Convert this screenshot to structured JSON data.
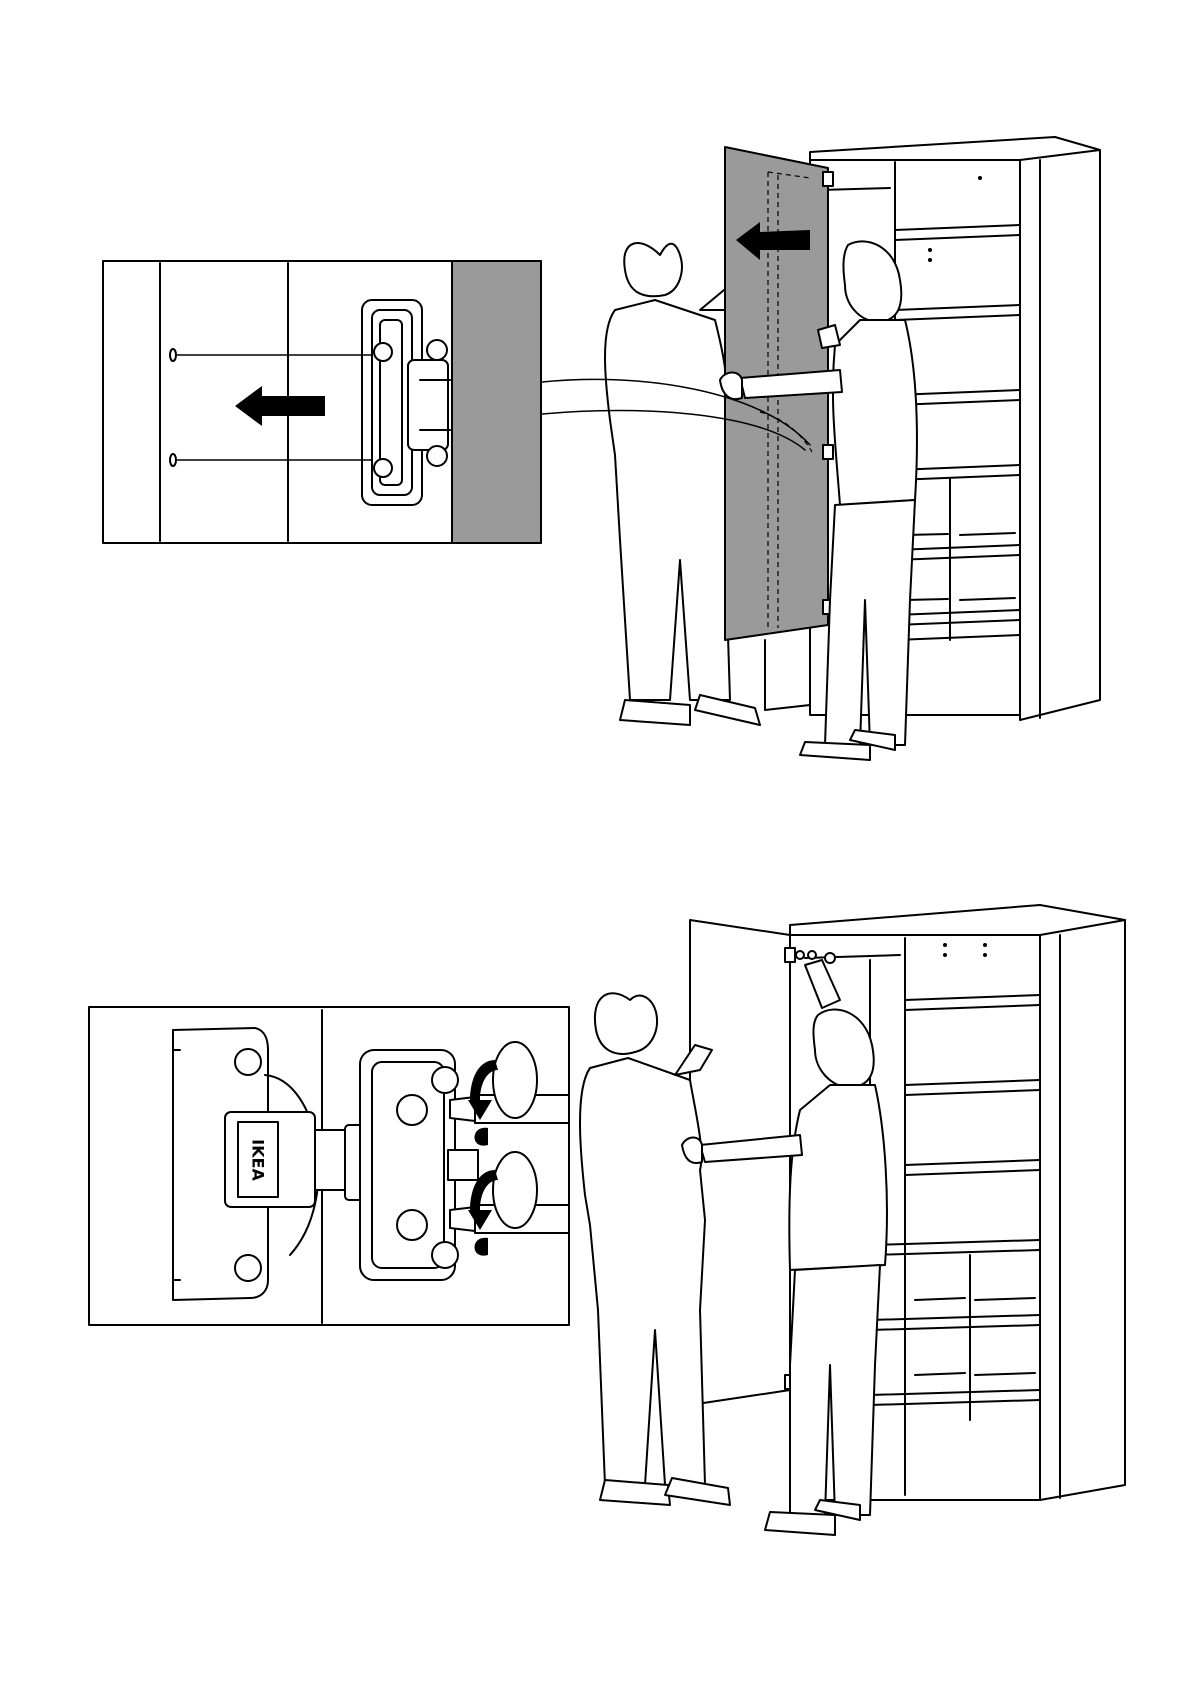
{
  "steps": [
    {
      "id": "step-attach-door",
      "action": "slide-door-hinges-onto-mounting-plates",
      "arrow_direction": "left",
      "icons": [
        "arrow-left-icon",
        "hinge-icon",
        "mounting-plate-icon"
      ]
    },
    {
      "id": "step-tighten-hinges",
      "action": "tighten-hinge-screws",
      "rotation": "clockwise",
      "icons": [
        "hinge-icon",
        "rotate-clockwise-icon",
        "screwdriver-icon"
      ]
    }
  ],
  "hinge_logo": "IKEA",
  "colors": {
    "door_fill": "#9a9a9a",
    "line": "#000000",
    "background": "#ffffff"
  }
}
